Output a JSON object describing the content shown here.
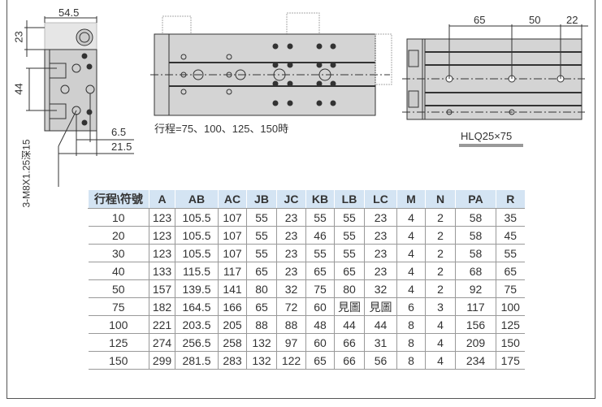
{
  "dimensions": {
    "side_width": "54.5",
    "side_top": "23",
    "side_pitch": "44",
    "side_offset_a": "6.5",
    "side_offset_b": "21.5",
    "thread_note": "3-M8X1.25深15",
    "right_65": "65",
    "right_50": "50",
    "right_22": "22"
  },
  "caption_stroke": "行程=75、100、125、150時",
  "model_label": "HLQ25×75",
  "table": {
    "headers": [
      "行程\\符號",
      "A",
      "AB",
      "AC",
      "JB",
      "JC",
      "KB",
      "LB",
      "LC",
      "M",
      "N",
      "PA",
      "R"
    ],
    "rows": [
      [
        "10",
        "123",
        "105.5",
        "107",
        "55",
        "23",
        "55",
        "55",
        "23",
        "4",
        "2",
        "58",
        "35"
      ],
      [
        "20",
        "123",
        "105.5",
        "107",
        "55",
        "23",
        "46",
        "55",
        "23",
        "4",
        "2",
        "58",
        "45"
      ],
      [
        "30",
        "123",
        "105.5",
        "107",
        "55",
        "23",
        "55",
        "55",
        "23",
        "4",
        "2",
        "58",
        "55"
      ],
      [
        "40",
        "133",
        "115.5",
        "117",
        "65",
        "23",
        "65",
        "65",
        "23",
        "4",
        "2",
        "68",
        "65"
      ],
      [
        "50",
        "157",
        "139.5",
        "141",
        "80",
        "32",
        "75",
        "80",
        "32",
        "4",
        "2",
        "92",
        "75"
      ],
      [
        "75",
        "182",
        "164.5",
        "166",
        "65",
        "72",
        "60",
        "見圖",
        "見圖",
        "6",
        "3",
        "117",
        "100"
      ],
      [
        "100",
        "221",
        "203.5",
        "205",
        "88",
        "88",
        "48",
        "44",
        "44",
        "8",
        "4",
        "156",
        "125"
      ],
      [
        "125",
        "274",
        "256.5",
        "258",
        "132",
        "97",
        "60",
        "66",
        "31",
        "8",
        "4",
        "209",
        "150"
      ],
      [
        "150",
        "299",
        "281.5",
        "283",
        "132",
        "122",
        "65",
        "66",
        "56",
        "8",
        "4",
        "234",
        "175"
      ]
    ]
  }
}
